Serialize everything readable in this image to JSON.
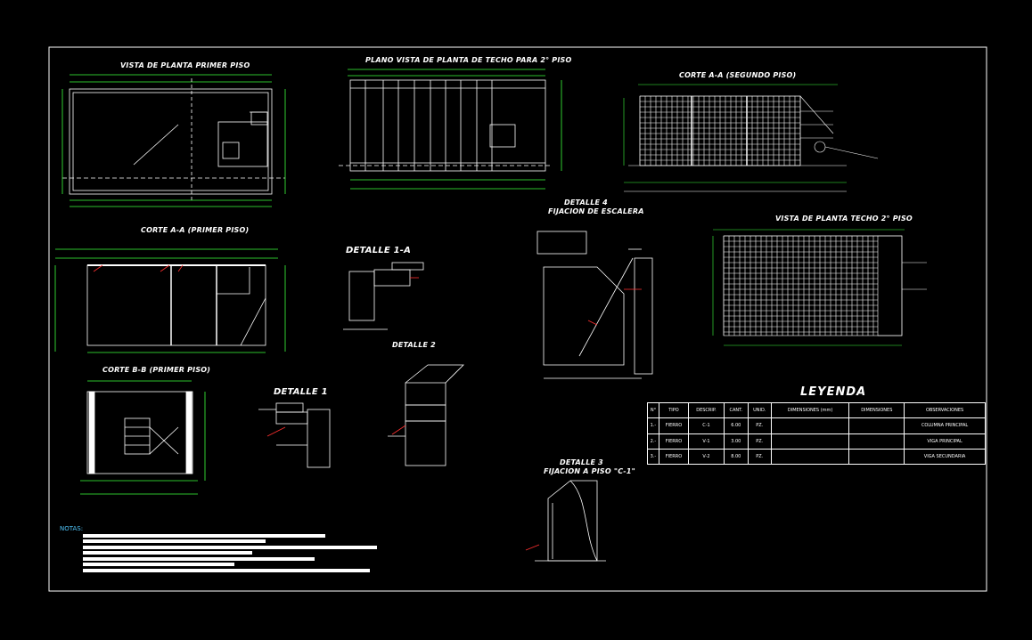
{
  "titles": {
    "t1": "VISTA DE PLANTA PRIMER PISO",
    "t2": "PLANO VISTA DE PLANTA DE TECHO PARA 2° PISO",
    "t3": "CORTE A-A (SEGUNDO PISO)",
    "t4": "CORTE A-A (PRIMER PISO)",
    "t5": "DETALLE 4",
    "t5b": "FIJACION DE ESCALERA",
    "t6": "VISTA DE PLANTA TECHO 2° PISO",
    "t7": "DETALLE 1-A",
    "t8": "DETALLE 2",
    "t9": "CORTE B-B (PRIMER PISO)",
    "t10": "DETALLE 1",
    "t11": "DETALLE 3",
    "t11b": "FIJACION A PISO \"C-1\"",
    "legend": "LEYENDA",
    "notes": "NOTAS:"
  },
  "legend_table": {
    "headers": [
      "N°",
      "TIPO",
      "DESCRIP.",
      "CANT.",
      "UNID.",
      "DIMENSIONES (mm)",
      "DIMENSIONES",
      "OBSERVACIONES"
    ],
    "rows": [
      {
        "n": "1.-",
        "tipo": "FIERRO",
        "desc": "C-1",
        "cant": "6.00",
        "unid": "PZ.",
        "obs": "COLUMNA PRINCIPAL"
      },
      {
        "n": "2.-",
        "tipo": "FIERRO",
        "desc": "V-1",
        "cant": "3.00",
        "unid": "PZ.",
        "obs": "VIGA PRINCIPAL"
      },
      {
        "n": "3.-",
        "tipo": "FIERRO",
        "desc": "V-2",
        "cant": "8.00",
        "unid": "PZ.",
        "obs": "VIGA SECUNDARIA"
      }
    ]
  },
  "colors": {
    "background": "#000000",
    "lines": "#ffffff",
    "dims": "#3cff3c",
    "accent": "#ff3030",
    "notes": "#4fc3f7"
  }
}
